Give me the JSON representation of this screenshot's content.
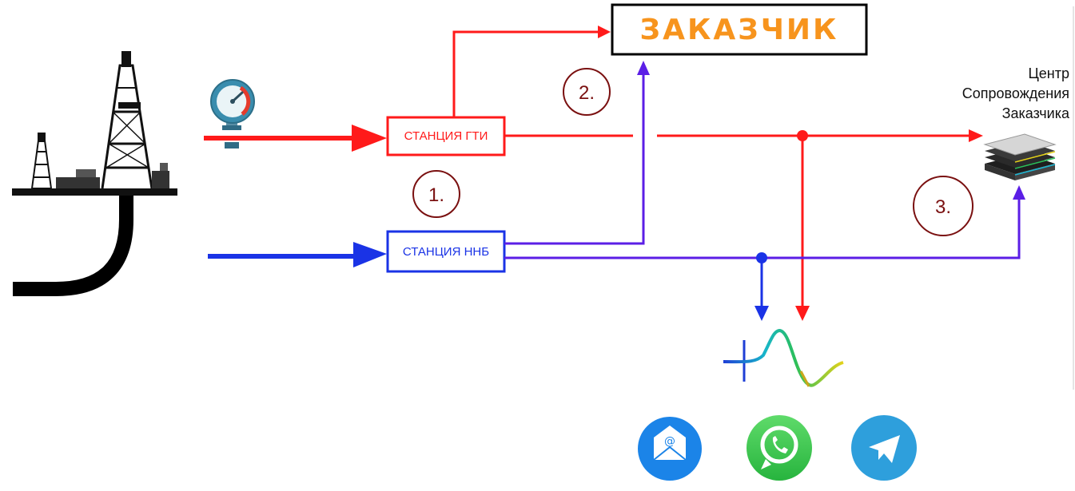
{
  "customer": {
    "title": "ЗАКАЗЧИК"
  },
  "support_center": {
    "line1": "Центр",
    "line2": "Сопровождения",
    "line3": "Заказчика"
  },
  "stations": {
    "gti": "СТАНЦИЯ ГТИ",
    "nnb": "СТАНЦИЯ ННБ"
  },
  "steps": {
    "one": "1.",
    "two": "2.",
    "three": "3."
  },
  "colors": {
    "red": "#ff1a1a",
    "blue": "#1a33e6",
    "violet": "#5b1ee6",
    "orange": "#f7941d",
    "step_circle": "#7a1010"
  },
  "icons": [
    "drilling-rig-icon",
    "pressure-gauge-icon",
    "data-server-icon",
    "waveform-chart-icon",
    "email-icon",
    "whatsapp-icon",
    "telegram-icon"
  ]
}
